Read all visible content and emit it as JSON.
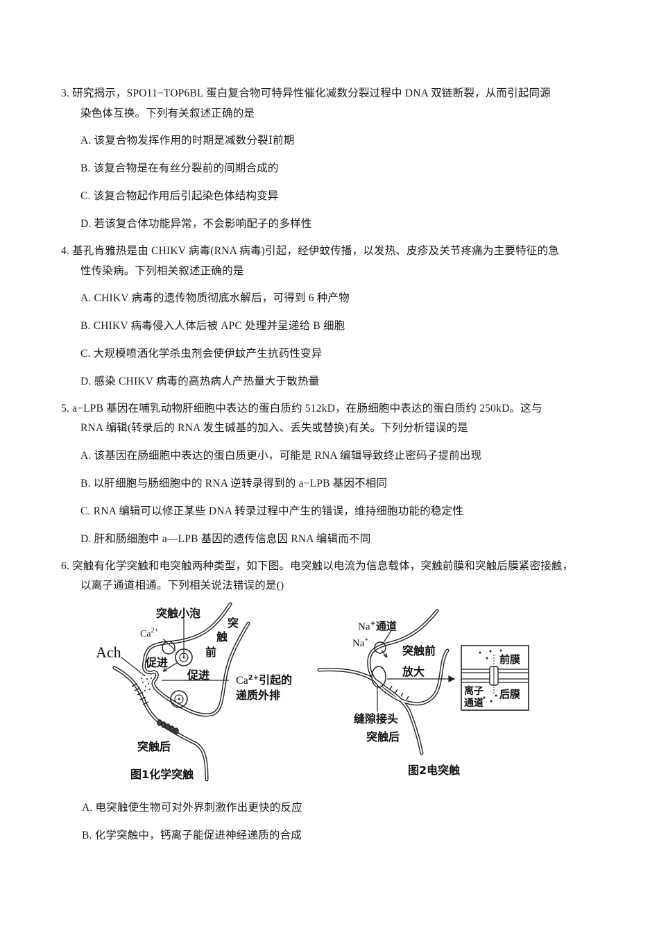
{
  "questions": [
    {
      "number": "3.",
      "stem_line1": "3. 研究揭示，SPO11−TOP6BL 蛋白复合物可特异性催化减数分裂过程中 DNA 双链断裂，从而引起同源",
      "stem_line2": "染色体互换。下列有关叙述正确的是",
      "options": [
        "A. 该复合物发挥作用的时期是减数分裂Ⅰ前期",
        "B. 该复合物是在有丝分裂前的间期合成的",
        "C. 该复合物起作用后引起染色体结构变异",
        "D. 若该复合体功能异常，不会影响配子的多样性"
      ]
    },
    {
      "number": "4.",
      "stem_line1": "4. 基孔肯雅热是由 CHIKV 病毒(RNA 病毒)引起，经伊蚊传播，以发热、皮疹及关节疼痛为主要特征的急",
      "stem_line2": "性传染病。下列相关叙述正确的是",
      "options": [
        "A.  CHIKV 病毒的遗传物质彻底水解后，可得到 6 种产物",
        "B.  CHIKV 病毒侵入人体后被 APC 处理并呈递给 B 细胞",
        "C. 大规模喷洒化学杀虫剂会使伊蚊产生抗药性变异",
        "D. 感染 CHIKV 病毒的高热病人产热量大于散热量"
      ]
    },
    {
      "number": "5.",
      "stem_line1": "5.  a−LPB 基因在哺乳动物肝细胞中表达的蛋白质约 512kD，在肠细胞中表达的蛋白质约 250kD。这与",
      "stem_line2": "RNA 编辑(转录后的 RNA 发生碱基的加入、丢失或替换)有关。下列分析错误的是",
      "options": [
        "A. 该基因在肠细胞中表达的蛋白质更小，可能是 RNA 编辑导致终止密码子提前出现",
        "B. 以肝细胞与肠细胞中的 RNA 逆转录得到的 a−LPB 基因不相同",
        "C.  RNA 编辑可以修正某些 DNA 转录过程中产生的错误，维持细胞功能的稳定性",
        "D. 肝和肠细胞中 a—LPB 基因的遗传信息因 RNA 编辑而不同"
      ]
    },
    {
      "number": "6.",
      "stem_line1": "6. 突触有化学突触和电突触两种类型，如下图。电突触以电流为信息载体，突触前膜和突触后膜紧密接触，",
      "stem_line2": "以离子通道相通。下列相关说法错误的是()",
      "options": [
        "A. 电突触使生物可对外界刺激作出更快的反应",
        "B. 化学突触中，钙离子能促进神经递质的合成"
      ]
    }
  ],
  "figure1": {
    "caption": "图1化学突触",
    "labels": {
      "vesicle": "突触小泡",
      "ca": "Ca",
      "ca_sup": "2+",
      "ach": "Ach",
      "promote1": "促进",
      "promote2": "促进",
      "presyn_1": "突",
      "presyn_2": "触",
      "presyn_3": "前",
      "release_line1_sup": "2+",
      "release_line1_ca": "Ca",
      "release_line1": "引起的",
      "release_line2": "递质外排",
      "postsyn": "突触后"
    }
  },
  "figure2": {
    "caption": "图2电突触",
    "labels": {
      "na_channel_na": "Na",
      "na_channel_sup": "+",
      "na_channel": "通道",
      "na_ion": "Na",
      "na_ion_sup": "+",
      "presyn": "突触前",
      "zoom": "放大",
      "gap_junction": "缝隙接头",
      "postsyn": "突触后",
      "pre_membrane": "前膜",
      "post_membrane": "后膜",
      "ion_channel_1": "离子",
      "ion_channel_2": "通道"
    }
  }
}
